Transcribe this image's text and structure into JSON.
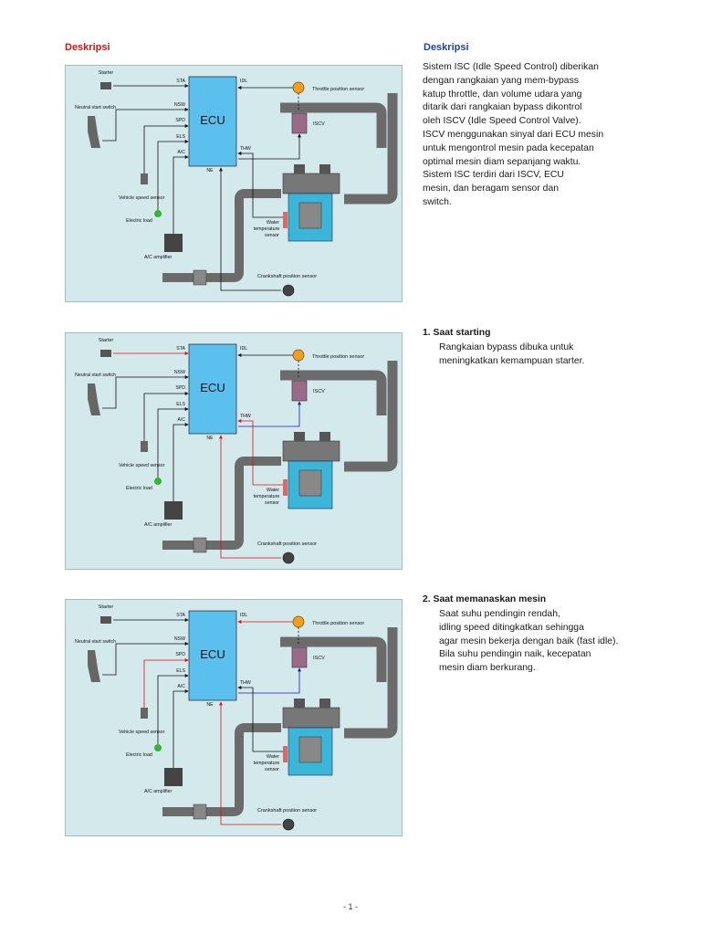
{
  "headers": {
    "left": "Deskripsi",
    "right": "Deskripsi"
  },
  "intro_lines": [
    "Sistem ISC (Idle Speed Control) diberikan",
    "dengan rangkaian yang mem-bypass",
    "katup throttle, dan volume udara yang",
    "ditarik dari rangkaian bypass dikontrol",
    "oleh ISCV (Idle Speed Control Valve).",
    "ISCV menggunakan sinyal dari ECU mesin",
    "untuk mengontrol mesin pada kecepatan",
    "optimal mesin diam sepanjang waktu.",
    "Sistem ISC terdiri dari ISCV, ECU",
    "mesin, dan beragam sensor dan",
    "switch."
  ],
  "sections": [
    {
      "title": "1.  Saat starting",
      "lines": [
        "Rangkaian bypass dibuka untuk",
        "meningkatkan kemampuan starter."
      ]
    },
    {
      "title": "2.  Saat memanaskan mesin",
      "lines": [
        "Saat suhu pendingin rendah,",
        "idling speed ditingkatkan sehingga",
        "agar mesin bekerja dengan baik (fast idle).",
        "Bila suhu pendingin naik, kecepatan",
        "mesin diam berkurang."
      ]
    }
  ],
  "diagram_labels": {
    "ecu": "ECU",
    "starter": "Starter",
    "neutral": "Neutral start switch",
    "vss": "Vehicle speed sensor",
    "elec": "Electric load",
    "ac": "A/C amplifier",
    "sta": "STA",
    "nsw": "NSW",
    "spd": "SPD",
    "els": "ELS",
    "acpin": "A/C",
    "idl": "IDL",
    "thw": "THW",
    "ne": "NE",
    "tps": "Throttle position sensor",
    "iscv": "ISCV",
    "wts1": "Water",
    "wts2": "temperature",
    "wts3": "sensor",
    "crank": "Crankshaft position sensor"
  },
  "colors": {
    "red": "#e01010",
    "blue": "#1a1aaa",
    "ecu": "#5bc0ee",
    "panel": "#d4e9ec",
    "pipe": "#6b6b6b"
  },
  "page_number": "- 1 -"
}
